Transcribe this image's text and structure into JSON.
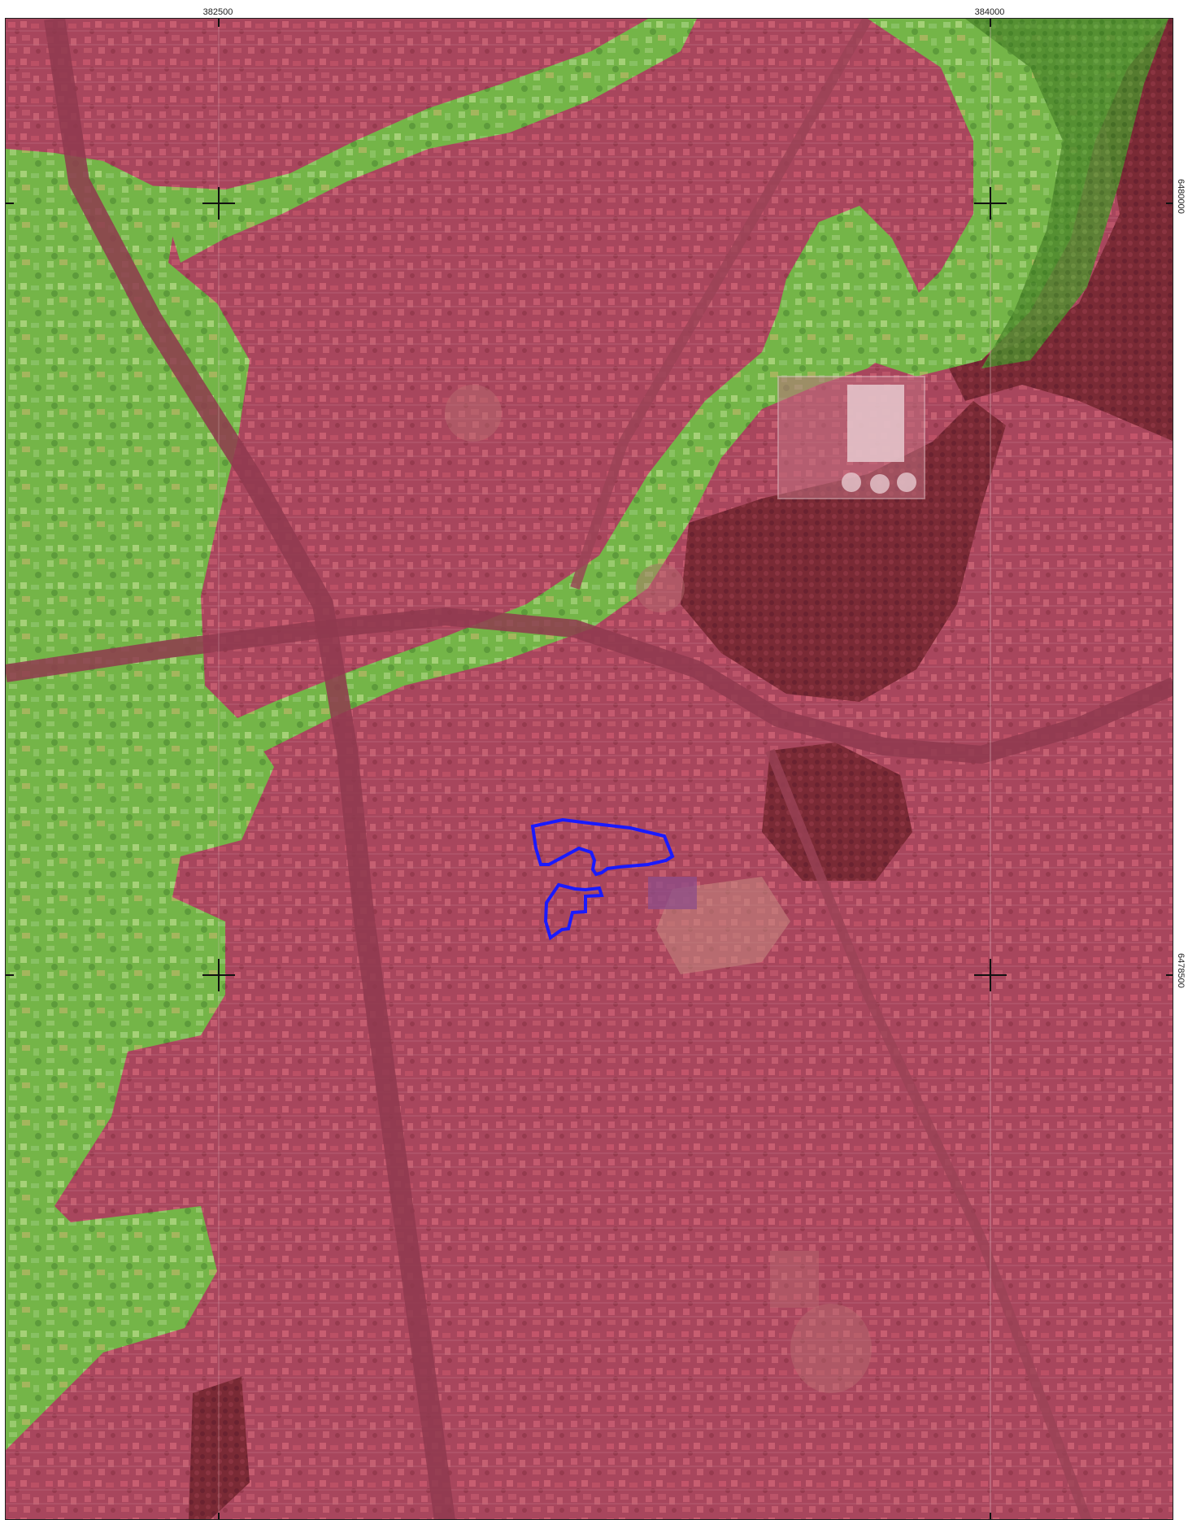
{
  "map": {
    "grid": {
      "easting_labels": [
        "382500",
        "384000"
      ],
      "northing_labels": [
        "6480000",
        "6478500"
      ],
      "left_labels_clipped": [
        "6480000",
        "6478500"
      ]
    },
    "layers": {
      "high_zone_color": "#b3405a",
      "low_zone_color": "#6fbf4a",
      "boundary_color": "#1a1aff",
      "dense_bush_color": "#7a2a35"
    },
    "icons": {
      "grid_cross": "crosshair-mark"
    }
  }
}
